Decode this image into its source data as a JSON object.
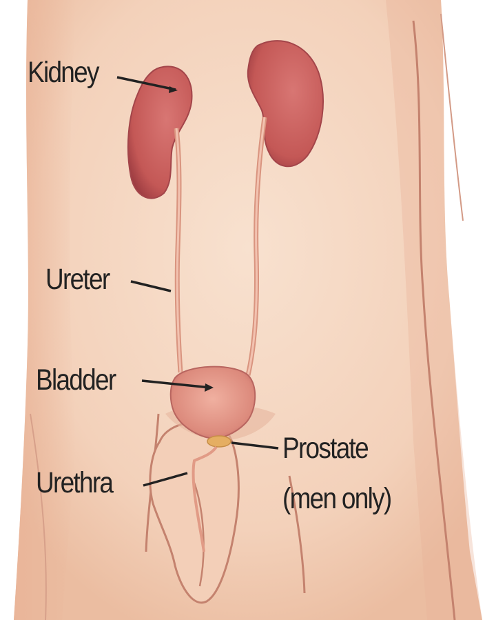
{
  "labels": {
    "kidney": "Kidney",
    "ureter": "Ureter",
    "bladder": "Bladder",
    "urethra": "Urethra",
    "prostate": "Prostate",
    "prostate_note": "(men only)"
  },
  "colors": {
    "background": "#ffffff",
    "skin": "#f4d3bd",
    "skin_shadow": "#e7b196",
    "outline": "#c4826e",
    "organ": "#c85e5c",
    "organ_dark": "#a23f44",
    "ureter": "#e3a28e",
    "bladder": "#de8f82",
    "prostate": "#e4ae63",
    "leader_line": "#222222",
    "text": "#222222"
  }
}
